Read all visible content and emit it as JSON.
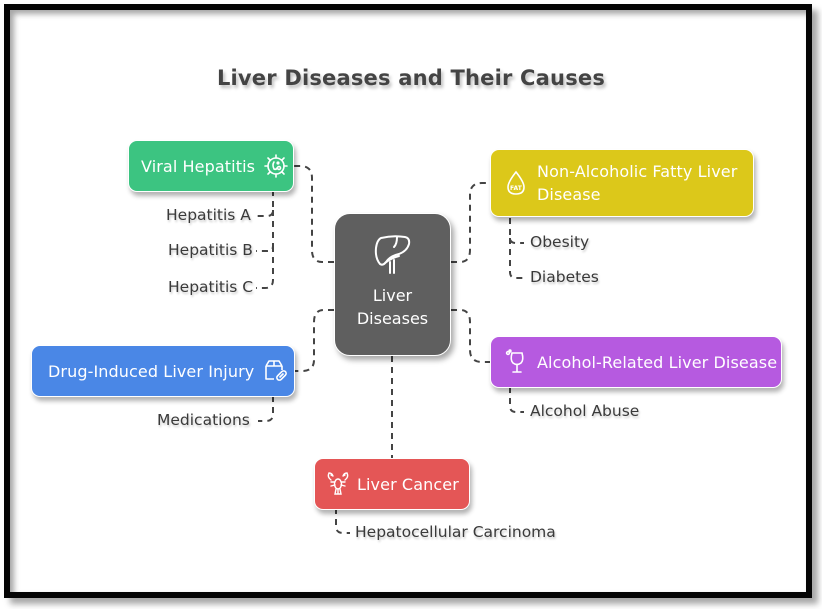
{
  "title": "Liver Diseases and Their Causes",
  "center": {
    "label_line1": "Liver",
    "label_line2": "Diseases",
    "icon": "liver-icon",
    "color": "#5f5f5f"
  },
  "branches": [
    {
      "id": "viral-hepatitis",
      "label": "Viral Hepatitis",
      "icon": "virus-icon",
      "color": "#3cc481",
      "causes": [
        "Hepatitis A",
        "Hepatitis B",
        "Hepatitis C"
      ]
    },
    {
      "id": "nafld",
      "label_line1": "Non-Alcoholic Fatty Liver",
      "label_line2": "Disease",
      "icon": "fat-drop-icon",
      "color": "#dcc81a",
      "causes": [
        "Obesity",
        "Diabetes"
      ]
    },
    {
      "id": "drug-induced",
      "label": "Drug-Induced Liver Injury",
      "icon": "medicine-box-pill-icon",
      "color": "#4a87e6",
      "causes": [
        "Medications"
      ]
    },
    {
      "id": "alcohol-related",
      "label": "Alcohol-Related Liver Disease",
      "icon": "wine-glass-icon",
      "color": "#b65ae0",
      "causes": [
        "Alcohol Abuse"
      ]
    },
    {
      "id": "liver-cancer",
      "label": "Liver Cancer",
      "icon": "crayfish-icon",
      "color": "#e45656",
      "causes": [
        "Hepatocellular Carcinoma"
      ]
    }
  ]
}
